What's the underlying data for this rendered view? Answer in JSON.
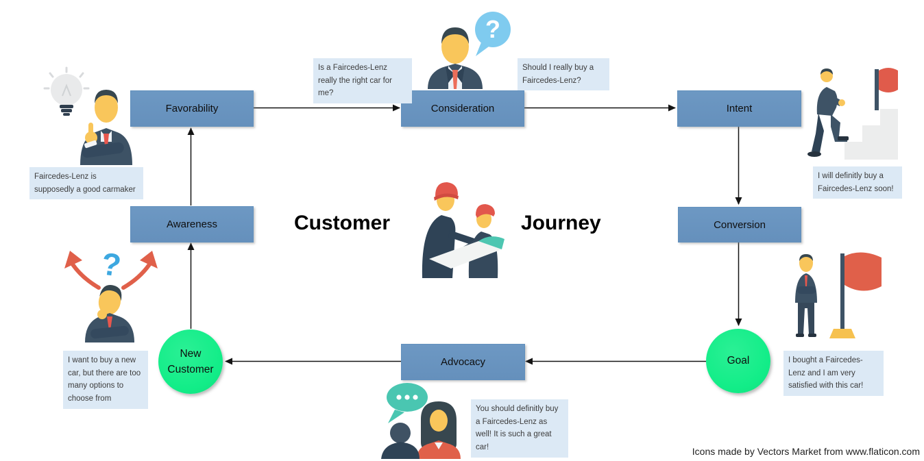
{
  "title": {
    "left": "Customer",
    "right": "Journey"
  },
  "stages": {
    "favorability": "Favorability",
    "consideration": "Consideration",
    "intent": "Intent",
    "awareness": "Awareness",
    "conversion": "Conversion",
    "advocacy": "Advocacy"
  },
  "milestones": {
    "new_customer": "New\nCustomer",
    "goal": "Goal"
  },
  "notes": {
    "idea": "Faircedes-Lenz is supposedly a good carmaker",
    "consideration_left": "Is a Faircedes-Lenz really the right car for me?",
    "consideration_right": "Should I really buy a Faircedes-Lenz?",
    "intent": "I will definitly buy a Faircedes-Lenz soon!",
    "new_customer": "I want to buy a new car, but there are too many options to choose from",
    "advocacy": "You should definitly buy a Faircedes-Lenz as well! It is such a great car!",
    "goal": "I bought a Faircedes-Lenz and I am very satisfied with this car!"
  },
  "icons": {
    "idea_man": "idea-man-icon",
    "question_man": "question-bubble-man-icon",
    "stairs_man": "stairs-flag-man-icon",
    "confused_man": "confused-man-icon",
    "workers": "construction-workers-icon",
    "talking_people": "talking-people-icon",
    "flag_man": "flag-man-icon",
    "question_glyph": "?",
    "confused_glyph": "?"
  },
  "credit": "Icons made by Vectors Market from www.flaticon.com",
  "colors": {
    "stage_fill": "#6D98C3",
    "stage_border": "#6190BD",
    "milestone_fill": "#12ED88",
    "note_bg": "#DCE9F5",
    "note_text": "#3C3C3C",
    "arrow": "#141414",
    "title_text": "#000000",
    "bubble_blue": "#7FCBEF",
    "bubble_teal": "#4AC6B1",
    "flag_red": "#E05B4B"
  }
}
